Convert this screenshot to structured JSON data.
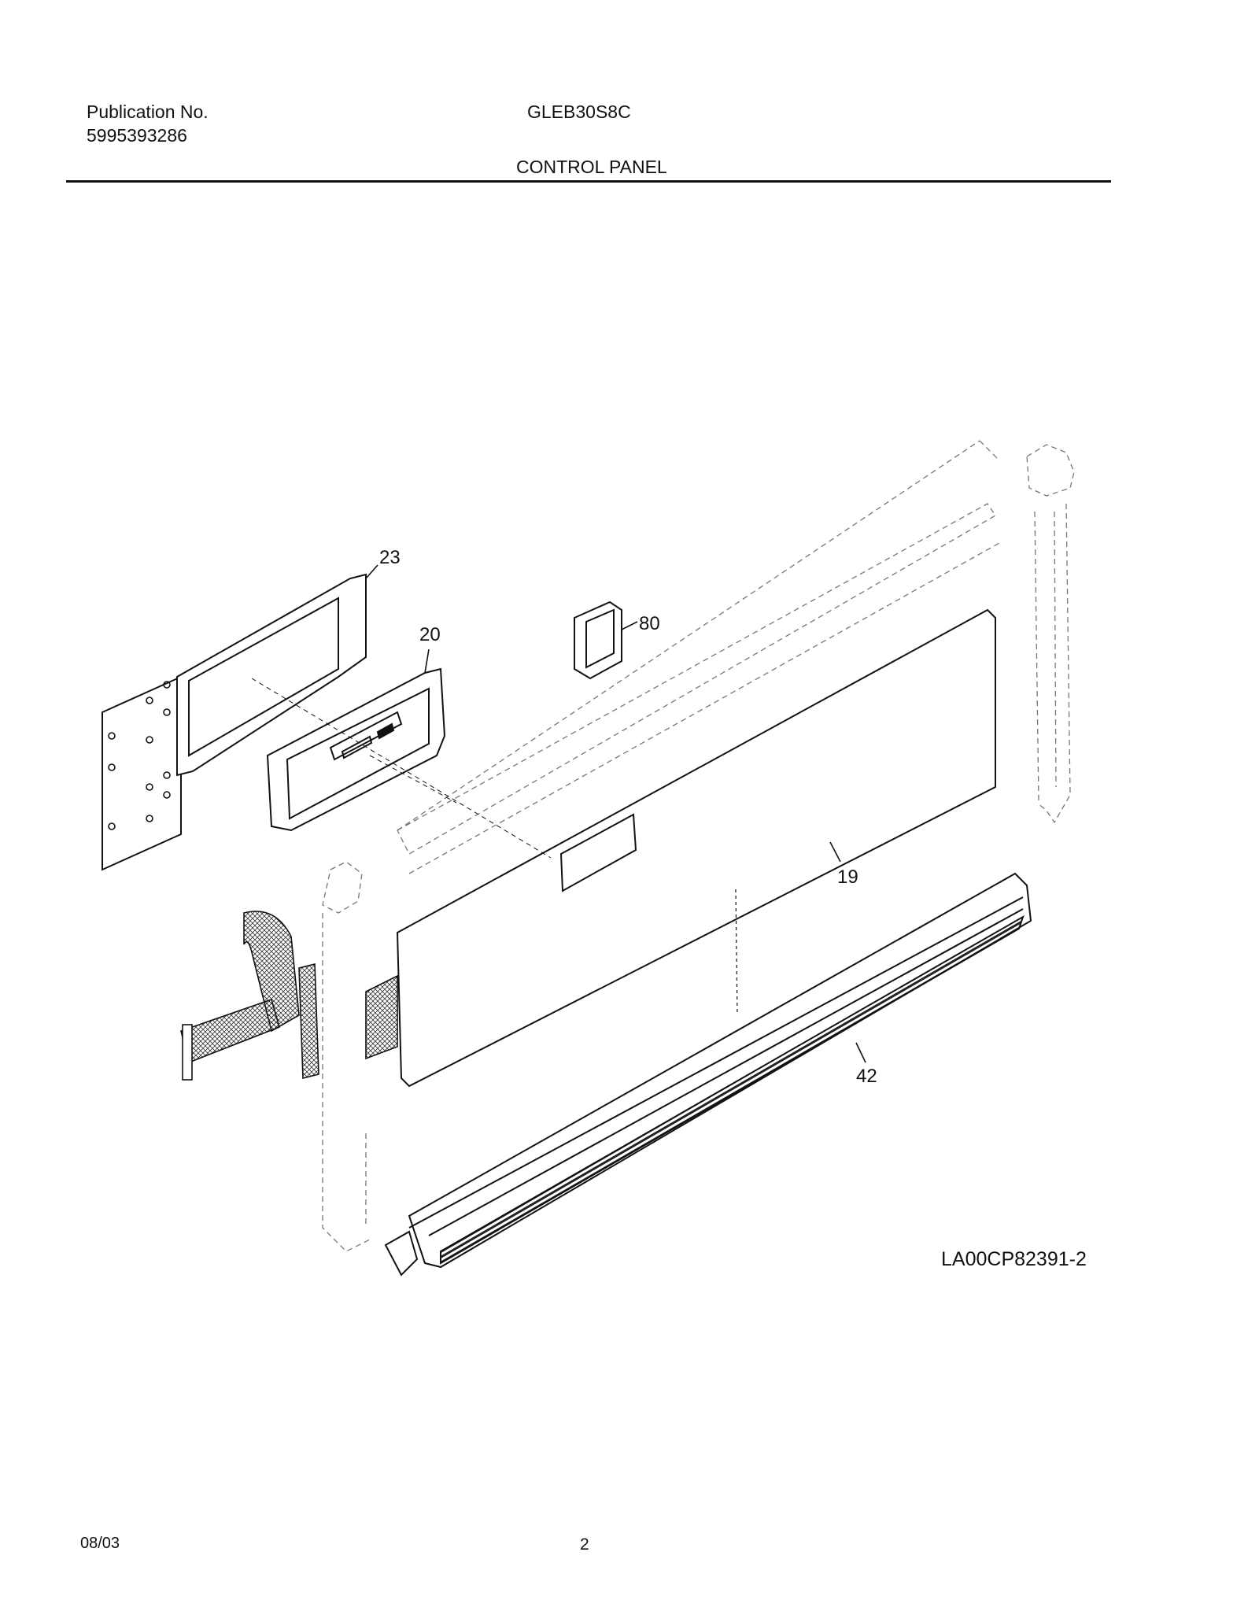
{
  "header": {
    "publication_label": "Publication No.",
    "publication_number": "5995393286",
    "model": "GLEB30S8C",
    "section_title": "CONTROL PANEL"
  },
  "diagram": {
    "callouts": [
      "23",
      "20",
      "80",
      "19",
      "42"
    ],
    "drawing_id": "LA00CP82391-2"
  },
  "footer": {
    "date": "08/03",
    "page": "2"
  }
}
